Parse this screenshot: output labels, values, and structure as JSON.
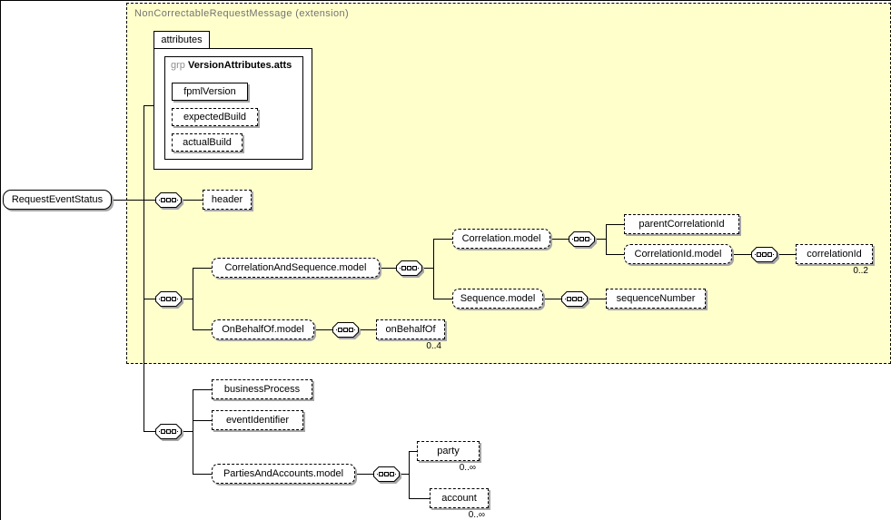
{
  "title_region": {
    "label": "NonCorrectableRequestMessage (extension)"
  },
  "root": {
    "label": "RequestEventStatus"
  },
  "attributes": {
    "tab": "attributes",
    "group_prefix": "grp",
    "group_name": "VersionAttributes.atts",
    "fields": {
      "fpml_version": "fpmlVersion",
      "expected_build": "expectedBuild",
      "actual_build": "actualBuild"
    }
  },
  "elements": {
    "header": "header",
    "correlation_and_sequence_model": "CorrelationAndSequence.model",
    "correlation_model": "Correlation.model",
    "parent_correlation_id": "parentCorrelationId",
    "correlation_id_model": "CorrelationId.model",
    "correlation_id": "correlationId",
    "sequence_model": "Sequence.model",
    "sequence_number": "sequenceNumber",
    "on_behalf_of_model": "OnBehalfOf.model",
    "on_behalf_of": "onBehalfOf",
    "business_process": "businessProcess",
    "event_identifier": "eventIdentifier",
    "parties_and_accounts_model": "PartiesAndAccounts.model",
    "party": "party",
    "account": "account"
  },
  "occurrences": {
    "correlation_id": "0..2",
    "on_behalf_of": "0..4",
    "party": "0..∞",
    "account": "0..∞"
  },
  "colors": {
    "extension_background": "#ffffcc",
    "node_background": "#ffffff",
    "border": "#000000",
    "shadow": "#a6a6a6",
    "muted_text": "#737373"
  }
}
